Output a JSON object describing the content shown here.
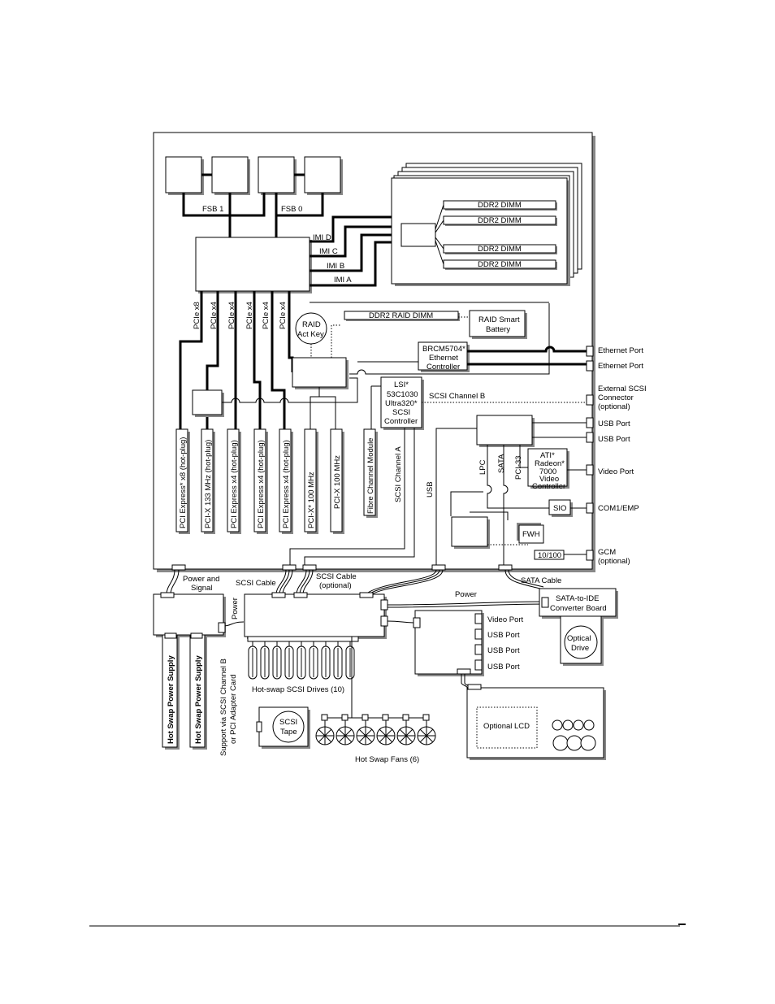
{
  "diagram": {
    "fsb1": "FSB 1",
    "fsb0": "FSB 0",
    "imi_d": "IMI D",
    "imi_c": "IMI C",
    "imi_b": "IMI B",
    "imi_a": "IMI A",
    "dimm": "DDR2 DIMM",
    "pcie_labels": [
      "PCIe x8",
      "PCIe x4",
      "PCIe x4",
      "PCIe x4",
      "PCIe x4"
    ],
    "raid_key_1": "RAID",
    "raid_key_2": "Act Key",
    "ddr2_raid_dimm": "DDR2 RAID DIMM",
    "raid_battery_1": "RAID Smart",
    "raid_battery_2": "Battery",
    "brcm_1": "BRCM5704*",
    "brcm_2": "Ethernet",
    "brcm_3": "Controller",
    "ethernet_port": "Ethernet Port",
    "lsi": [
      "LSI*",
      "53C1030",
      "Ultra320*",
      "SCSI",
      "Controller"
    ],
    "scsi_channel_b": "SCSI Channel B",
    "scsi_channel_a": "SCSI Channel A",
    "ext_scsi": [
      "External SCSI",
      "Connector",
      "(optional)"
    ],
    "usb_port": "USB Port",
    "video_port": "Video Port",
    "com1": "COM1/EMP",
    "gcm": [
      "GCM",
      "(optional)"
    ],
    "lpc": "LPC",
    "sata": "SATA",
    "pci33": "PCI-33",
    "usb": "USB",
    "ati": [
      "ATI*",
      "Radeon*",
      "7000",
      "Video",
      "Controller"
    ],
    "sio": "SIO",
    "fwh": "FWH",
    "tenhundred": "10/100",
    "slots": [
      "PCI Express* x8 (hot-plug)",
      "PCI-X 133 MHz (hot-plug)",
      "PCI Express x4 (hot-plug)",
      "PCI Express x4 (hot-plug)",
      "PCI Express x4 (hot-plug)",
      "PCI-X* 100 MHz",
      "PCI-X 100 MHz",
      "Fibre Channel Module"
    ],
    "power_signal": [
      "Power and",
      "Signal"
    ],
    "scsi_cable": "SCSI Cable",
    "scsi_cable_opt": [
      "SCSI Cable",
      "(optional)"
    ],
    "power": "Power",
    "sata_cable": "SATA Cable",
    "sata_ide": [
      "SATA-to-IDE",
      "Converter Board"
    ],
    "optical": [
      "Optical",
      "Drive"
    ],
    "hot_swap_psu": "Hot Swap Power Supply",
    "support_note": [
      "Support via SCSI Channel B",
      "or PCI Adapter Card"
    ],
    "hot_swap_drives": "Hot-swap SCSI Drives (10)",
    "scsi_tape": [
      "SCSI",
      "Tape"
    ],
    "hot_swap_fans": "Hot Swap Fans (6)",
    "optional_lcd": "Optional LCD"
  }
}
